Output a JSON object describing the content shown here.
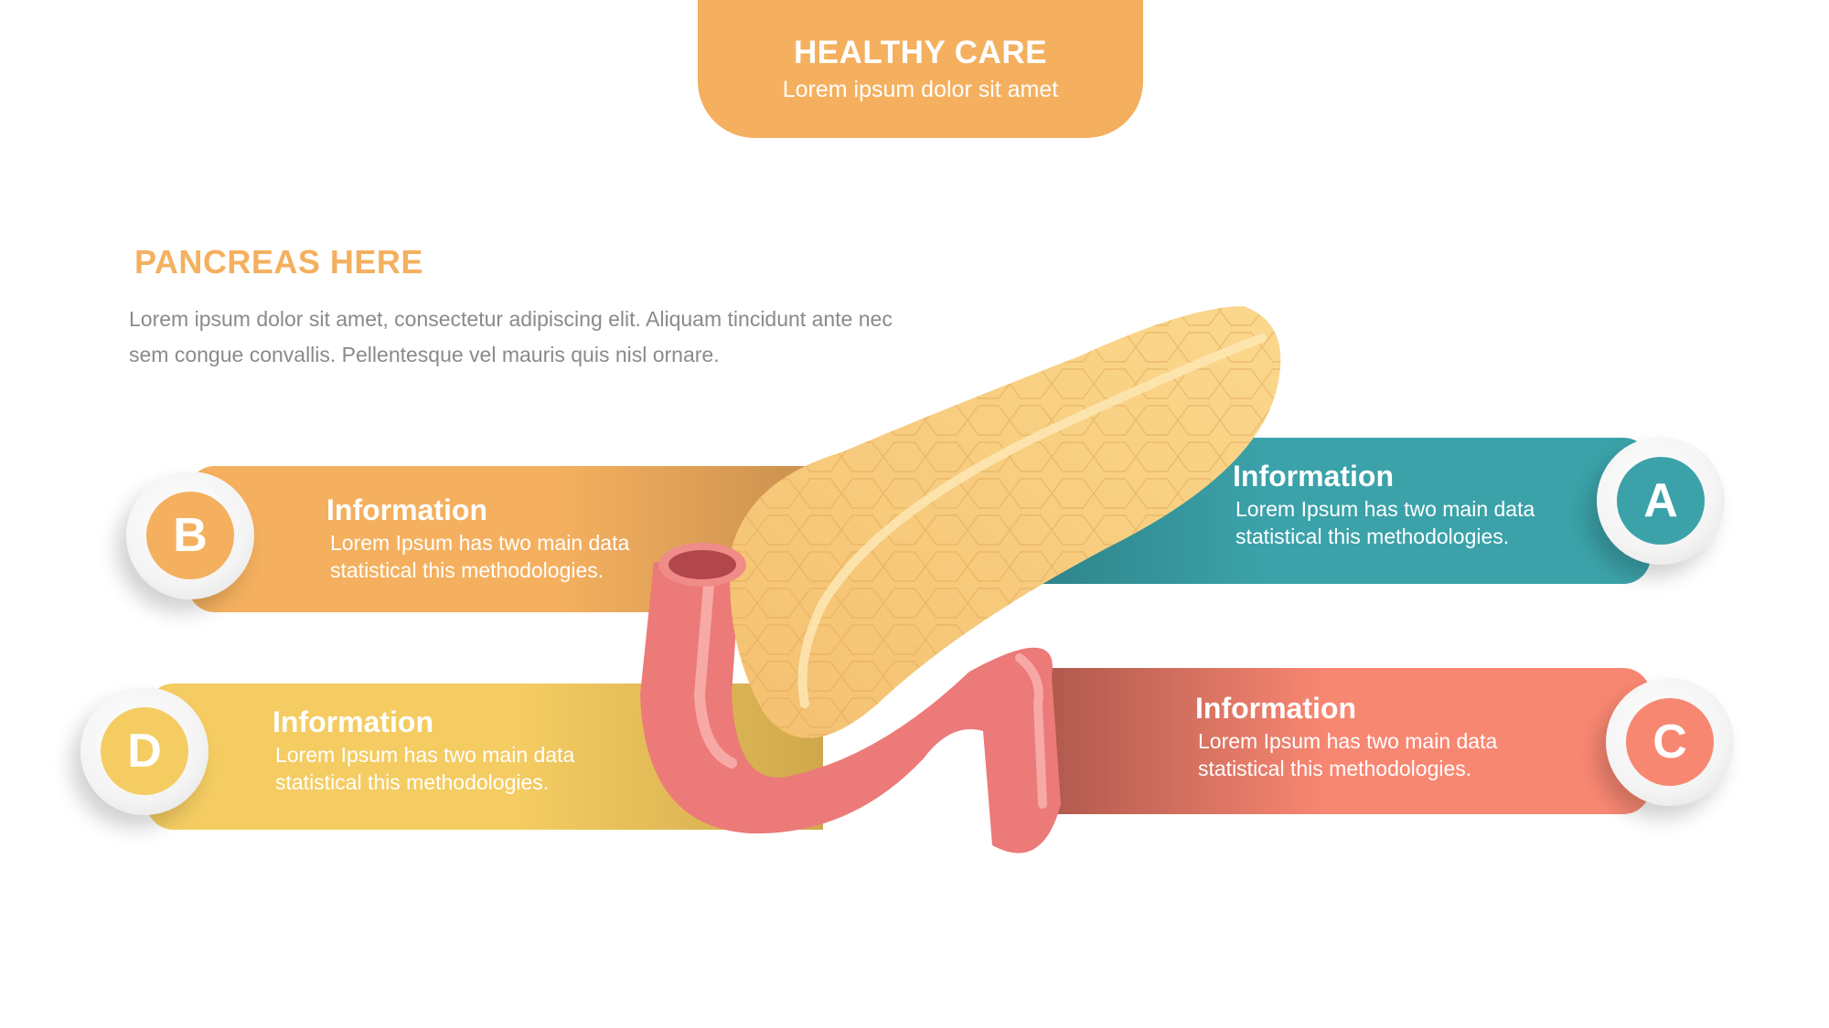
{
  "header": {
    "title": "HEALTHY CARE",
    "subtitle": "Lorem ipsum dolor sit amet"
  },
  "intro": {
    "title": "PANCREAS HERE",
    "body": "Lorem ipsum dolor sit amet, consectetur adipiscing elit. Aliquam tincidunt ante nec sem congue convallis. Pellentesque vel mauris quis nisl ornare."
  },
  "items": {
    "a": {
      "letter": "A",
      "title": "Information",
      "body": "Lorem Ipsum has two main data statistical this methodologies."
    },
    "b": {
      "letter": "B",
      "title": "Information",
      "body": "Lorem Ipsum has two main data statistical this methodologies."
    },
    "c": {
      "letter": "C",
      "title": "Information",
      "body": "Lorem Ipsum has two main data statistical this methodologies."
    },
    "d": {
      "letter": "D",
      "title": "Information",
      "body": "Lorem Ipsum has two main data statistical this methodologies."
    }
  },
  "colors": {
    "orange": "#f4b05f",
    "yellow": "#f4cc62",
    "teal": "#3ba2a9",
    "coral": "#f88772",
    "pancreas": "#f7cd7c",
    "duct": "#ec7a78"
  },
  "illustration": {
    "icon": "pancreas-icon"
  }
}
